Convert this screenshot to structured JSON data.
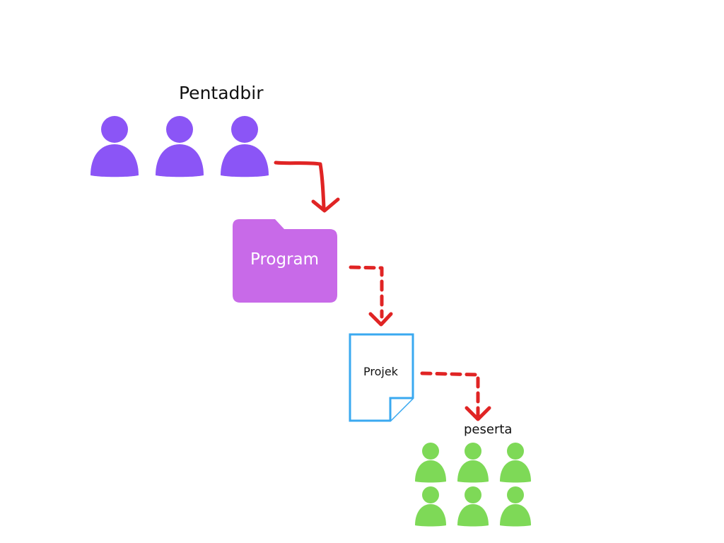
{
  "diagram": {
    "admin": {
      "label": "Pentadbir",
      "count": 3,
      "color": "#8b55f6"
    },
    "program": {
      "label": "Program",
      "color": "#c86ae8"
    },
    "project": {
      "label": "Projek",
      "stroke": "#3aa9f0"
    },
    "participants": {
      "label": "peserta",
      "count": 6,
      "color": "#7ed957"
    },
    "arrow_color": "#e02424"
  }
}
